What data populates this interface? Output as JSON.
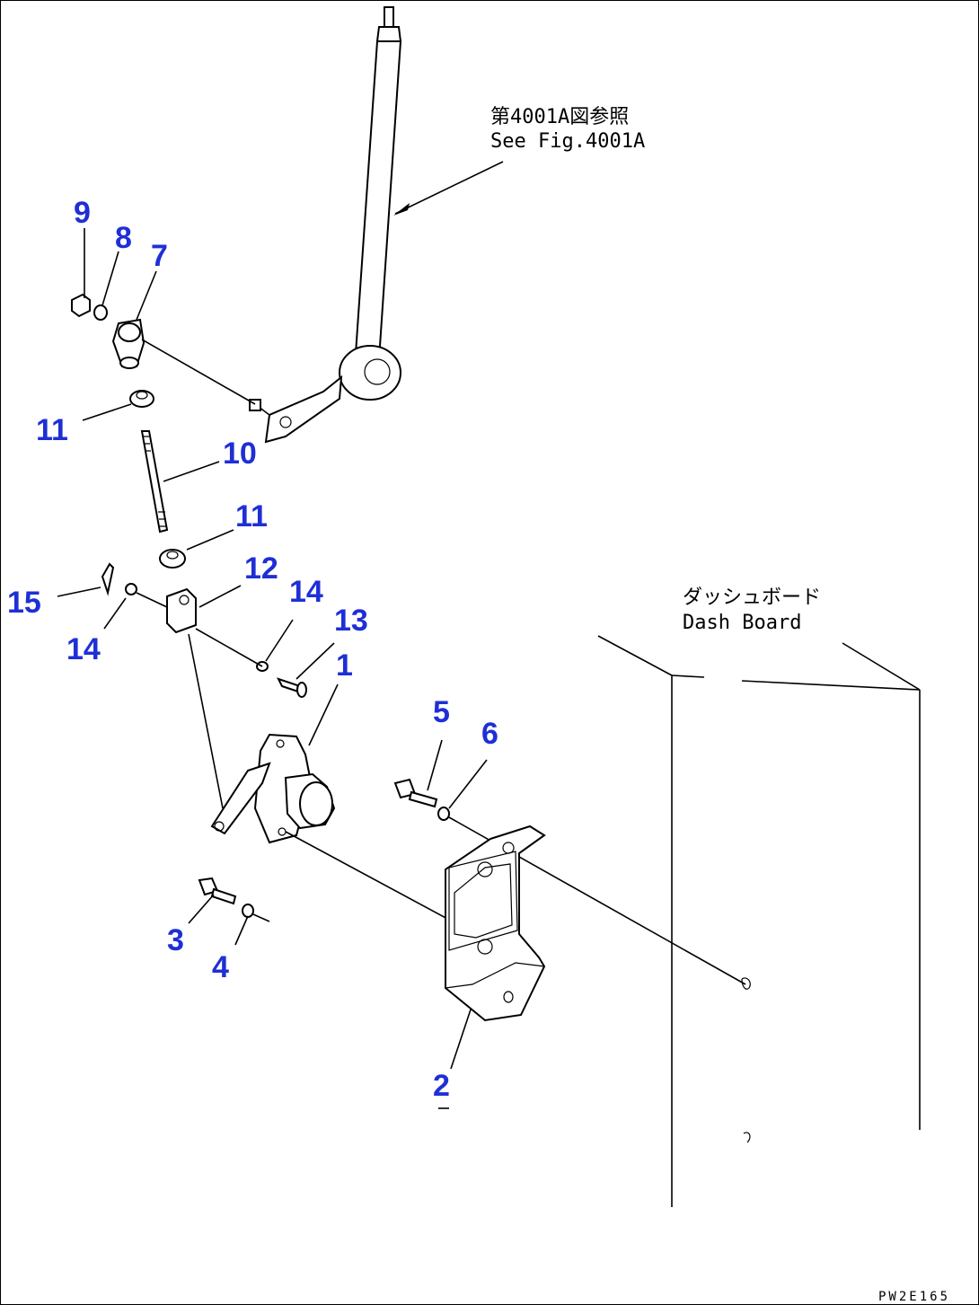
{
  "reference_note": {
    "line1": "第4001A図参照",
    "line2": "See Fig.4001A"
  },
  "dash_board": {
    "line1": "ダッシュボード",
    "line2": "Dash Board"
  },
  "drawing_code": "PW2E165",
  "part_numbers": {
    "p1": "1",
    "p2": "2",
    "p3": "3",
    "p4": "4",
    "p5": "5",
    "p6": "6",
    "p7": "7",
    "p8": "8",
    "p9": "9",
    "p10": "10",
    "p11a": "11",
    "p11b": "11",
    "p12": "12",
    "p13": "13",
    "p14a": "14",
    "p14b": "14",
    "p15": "15"
  },
  "colors": {
    "callout": "#1f2fd6",
    "line": "#000000"
  }
}
